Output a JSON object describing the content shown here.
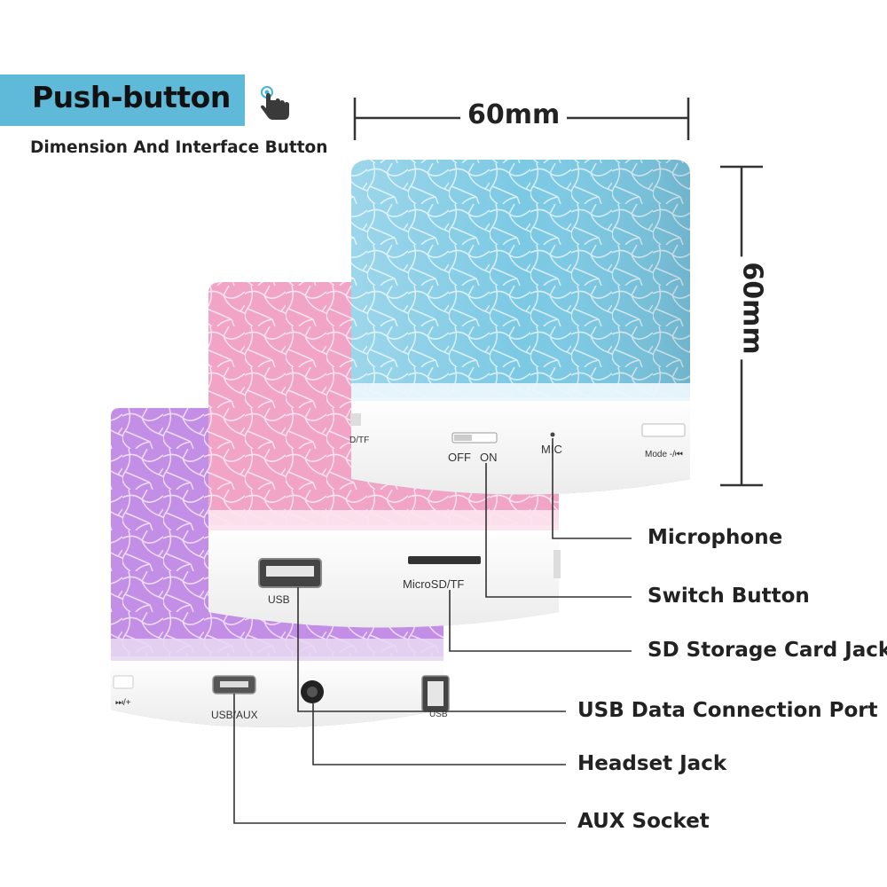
{
  "header": {
    "title": "Push-button",
    "subtitle": "Dimension And Interface Button",
    "pointer_icon": "hand-pointer-icon"
  },
  "dimensions": {
    "width_label": "60mm",
    "height_label": "60mm"
  },
  "speakers": {
    "blue": {
      "color": "#7cc9e4",
      "switch_off": "OFF",
      "switch_on": "ON",
      "mic_label": "MIC",
      "mode_label": "Mode  -/⏮",
      "side_label": "D/TF"
    },
    "pink": {
      "color": "#f2a4c6",
      "usb_label": "USB",
      "sd_label": "MicroSD/TF"
    },
    "purple": {
      "color": "#c38ee6",
      "usbaux_label": "USB/AUX",
      "usb_label": "USB",
      "side_label": "⏭/+"
    }
  },
  "callouts": {
    "microphone": "Microphone",
    "switch_button": "Switch Button",
    "sd_storage": "SD Storage Card Jack",
    "usb_data": "USB Data Connection Port",
    "headset_jack": "Headset Jack",
    "aux_socket": "AUX Socket"
  },
  "colors": {
    "header_tag": "#5fb9d8",
    "line": "#333333"
  }
}
